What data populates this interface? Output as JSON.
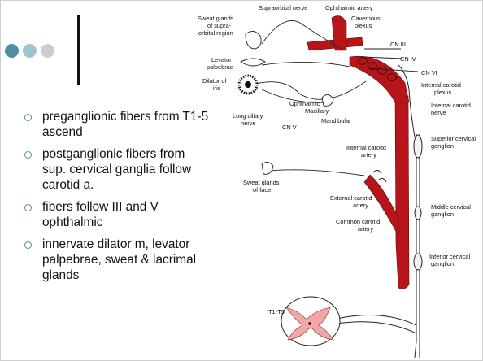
{
  "slide": {
    "decor_dots": [
      {
        "name": "dot-1",
        "color": "#4f8fa0"
      },
      {
        "name": "dot-2",
        "color": "#9fc4cf"
      },
      {
        "name": "dot-3",
        "color": "#cdcdcd"
      }
    ],
    "accent_color": "#5a8d9e",
    "bullets": [
      {
        "text": "preganglionic fibers from T1-5 ascend"
      },
      {
        "text": "postganglionic fibers from sup. cervical ganglia follow carotid a."
      },
      {
        "text": "fibers follow III and V ophthalmic"
      },
      {
        "text": "innervate dilator m, levator palpebrae, sweat & lacrimal glands"
      }
    ]
  },
  "diagram": {
    "labels": {
      "supraorbital_nerve": "Supraorbital nerve",
      "ophthalmic_artery": "Ophthalmic artery",
      "cavernous": "Cavernous",
      "plexus": "plexus",
      "sweat_supra_1": "Sweat glands",
      "sweat_supra_2": "of supra-",
      "sweat_supra_3": "orbital region",
      "cn3": "CN III",
      "cn4": "CN IV",
      "cn6": "CN VI",
      "levator_1": "Levator",
      "levator_2": "palpebrae",
      "dilator_1": "Dilator of",
      "dilator_2": "iris",
      "ica_plexus_1": "Internal carotid",
      "ica_plexus_2": "plexus",
      "ica_nerve_1": "Internal carotid",
      "ica_nerve_2": "nerve",
      "ophthalmic": "Ophthalmic",
      "maxillary": "Maxillary",
      "mandibular": "Mandibular",
      "long_ciliary_1": "Long ciliary",
      "long_ciliary_2": "nerve",
      "cn5": "CN V",
      "ica_artery_1": "Internal carotid",
      "ica_artery_2": "artery",
      "sup_cerv_1": "Superior cervical",
      "sup_cerv_2": "ganglion",
      "sweat_face_1": "Sweat glands",
      "sweat_face_2": "of face",
      "eca_1": "External carotid",
      "eca_2": "artery",
      "cca_1": "Common carotid",
      "cca_2": "artery",
      "mid_cerv_1": "Middle cervical",
      "mid_cerv_2": "ganglion",
      "inf_cerv_1": "Inferior cervical",
      "inf_cerv_2": "ganglion",
      "t1t5": "T1-T5"
    },
    "colors": {
      "artery": "#b8151b",
      "spinal_grey": "#f2a6a6"
    }
  }
}
